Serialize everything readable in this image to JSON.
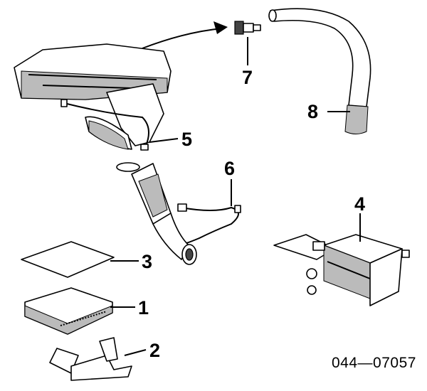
{
  "callouts": {
    "c1": "1",
    "c2": "2",
    "c3": "3",
    "c4": "4",
    "c5": "5",
    "c6": "6",
    "c7": "7",
    "c8": "8"
  },
  "diagram_code": "044—07057"
}
